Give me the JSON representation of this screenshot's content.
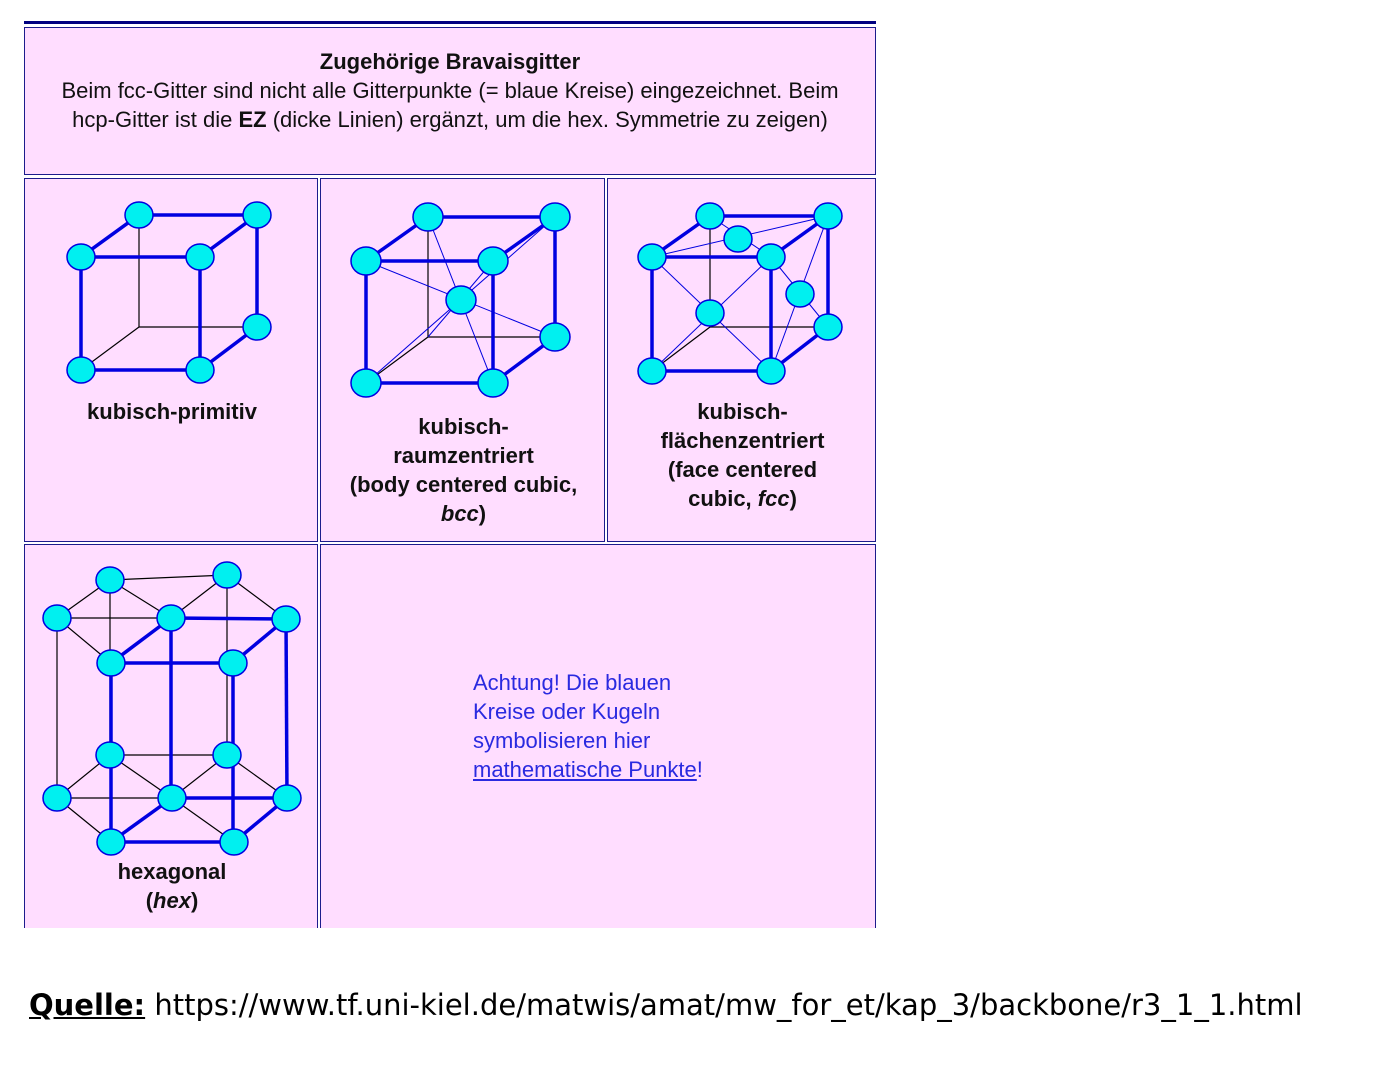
{
  "header": {
    "title": "Zugehörige Bravaisgitter",
    "desc_part1": "Beim fcc-Gitter sind nicht alle Gitterpunkte (= blaue Kreise) eingezeichnet. Beim hcp-Gitter ist die ",
    "desc_bold": "EZ",
    "desc_part2": " (dicke Linien) ergänzt, um die hex. Symmetrie zu zeigen)"
  },
  "lattices": [
    {
      "id": "sc",
      "label_lines": [
        "kubisch-primitiv"
      ]
    },
    {
      "id": "bcc",
      "label_lines": [
        "kubisch-",
        "raumzentriert",
        "(body centered cubic,"
      ],
      "label_italic": "bcc",
      "label_suffix": ")"
    },
    {
      "id": "fcc",
      "label_lines": [
        "kubisch-",
        "flächenzentriert",
        "(face centered"
      ],
      "label_prefix": "cubic, ",
      "label_italic": "fcc",
      "label_suffix": ")"
    },
    {
      "id": "hex",
      "label_lines": [
        "hexagonal"
      ],
      "label_prefix": "(",
      "label_italic": "hex",
      "label_suffix": ")"
    }
  ],
  "note": {
    "text": "Achtung! Die blauen Kreise oder Kugeln symbolisieren hier ",
    "link": "mathematische Punkte",
    "suffix": "!"
  },
  "source": {
    "label": "Quelle:",
    "url": "https://www.tf.uni-kiel.de/matwis/amat/mw_for_et/kap_3/backbone/r3_1_1.html"
  },
  "colors": {
    "cell_bg": "#ffddff",
    "border": "#1c1c8c",
    "lattice_point": "#00f0f0",
    "thick_line": "#0000e0",
    "thin_line": "#000000",
    "note_text": "#2a2ae0"
  }
}
